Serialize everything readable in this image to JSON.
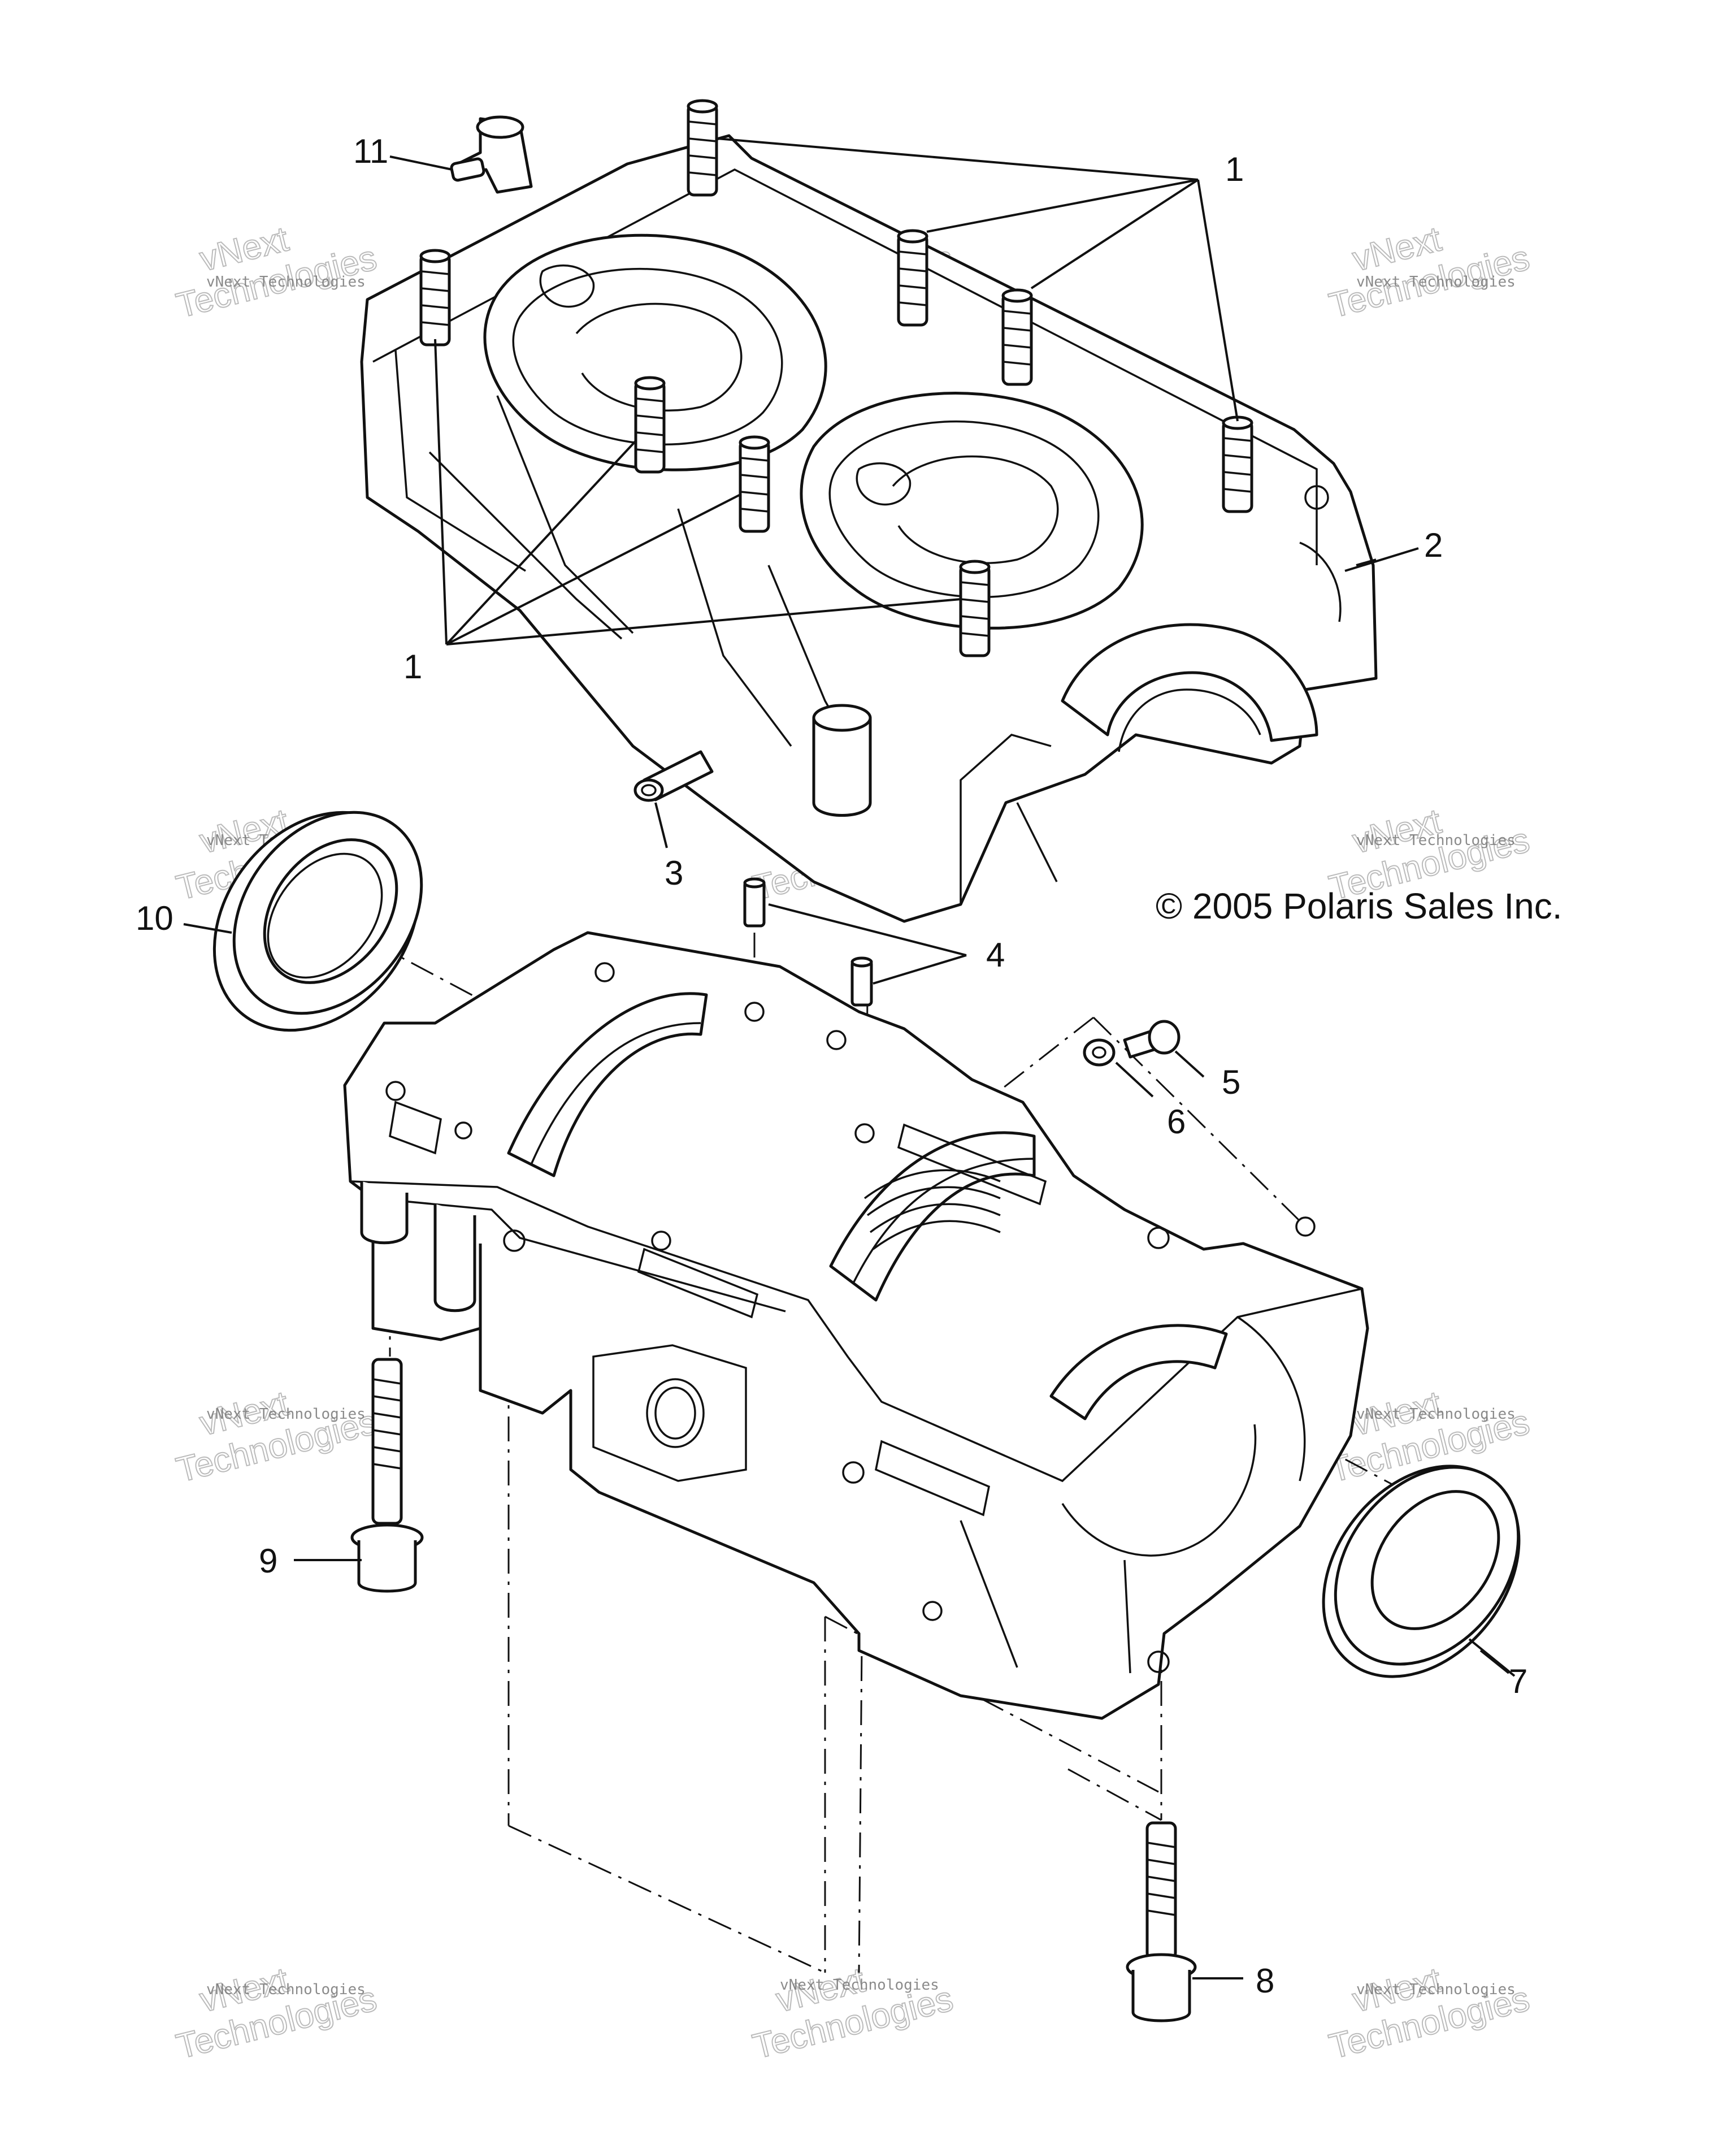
{
  "diagram": {
    "copyright": "© 2005 Polaris Sales Inc.",
    "callouts": [
      "1",
      "1",
      "2",
      "3",
      "4",
      "5",
      "6",
      "7",
      "8",
      "9",
      "10",
      "11"
    ],
    "watermark": {
      "small_text": "vNext Technologies",
      "big_line1": "vNext",
      "big_line2": "Technologies"
    }
  }
}
